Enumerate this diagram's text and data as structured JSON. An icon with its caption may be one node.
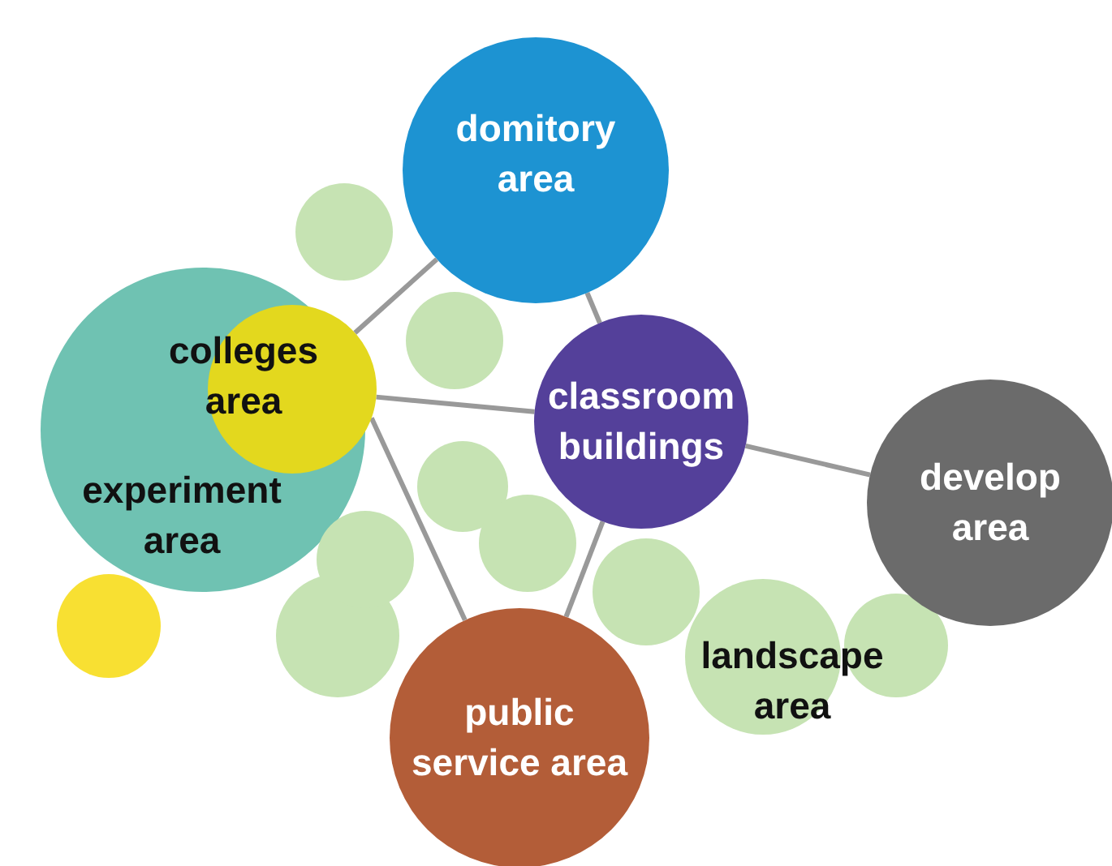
{
  "diagram": {
    "nodes": [
      {
        "text": [
          "domitory area"
        ]
      },
      {
        "text": [
          "colleges area"
        ]
      },
      {
        "text": [
          "classroom buildings"
        ]
      },
      {
        "text": [
          "experiment area"
        ]
      },
      {
        "text": [
          "develop area"
        ]
      },
      {
        "text": [
          "landscape area"
        ]
      },
      {
        "text": [
          "public service area"
        ]
      },
      {
        "text": [],
        "shape": "circle"
      },
      {
        "text": [],
        "shape": "circle"
      },
      {
        "text": [],
        "shape": "circle"
      },
      {
        "text": [],
        "shape": "circle"
      },
      {
        "text": [],
        "shape": "circle"
      },
      {
        "text": [],
        "shape": "circle"
      },
      {
        "text": [],
        "shape": "circle"
      },
      {
        "text": [],
        "shape": "circle"
      },
      {
        "text": [],
        "shape": "circle"
      }
    ],
    "edges": [
      {
        "from": 0,
        "to": 1,
        "arrow": "none"
      },
      {
        "from": 0,
        "to": 2,
        "arrow": "none"
      },
      {
        "from": 2,
        "to": 4,
        "arrow": "none"
      },
      {
        "from": 1,
        "to": 2,
        "arrow": "none"
      },
      {
        "from": 1,
        "to": 6,
        "arrow": "none"
      },
      {
        "from": 2,
        "to": 6,
        "arrow": "none"
      }
    ]
  }
}
